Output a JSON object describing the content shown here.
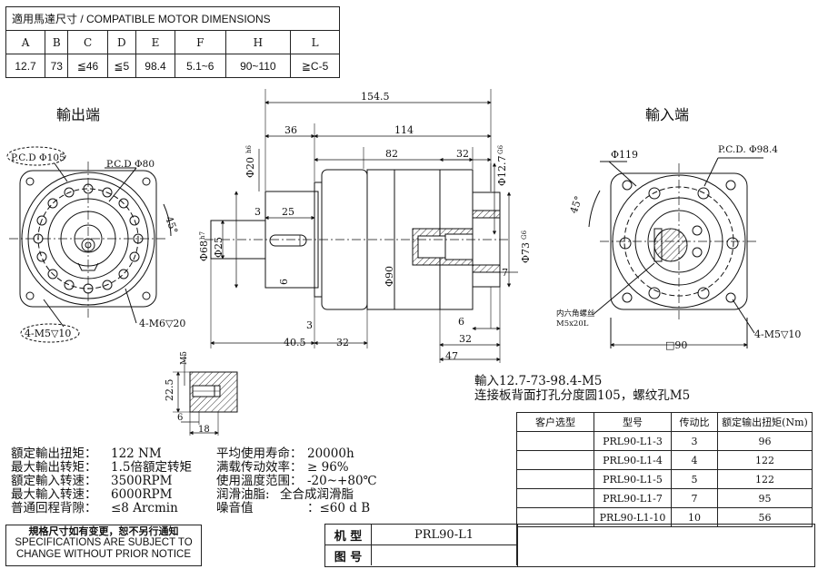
{
  "motor_table": {
    "title": "適用馬達尺寸 / COMPATIBLE MOTOR DIMENSIONS",
    "headers": [
      "A",
      "B",
      "C",
      "D",
      "E",
      "F",
      "H",
      "L"
    ],
    "values": [
      "12.7",
      "73",
      "≦46",
      "≦5",
      "98.4",
      "5.1~6",
      "90~110",
      "≧C-5"
    ]
  },
  "views": {
    "output_label": "輸出端",
    "input_label": "輸入端"
  },
  "output_view": {
    "pcd_outer": "P.C.D Φ105",
    "pcd_inner": "P.C.D Φ80",
    "angle": "45°",
    "holes_1": "4-M6▽20",
    "holes_2": "4-M5▽10"
  },
  "input_view": {
    "dia": "Φ119",
    "pcd": "P.C.D. Φ98.4",
    "angle": "45°",
    "screw_note_1": "内六角螺丝",
    "screw_note_2": "M5x20L",
    "holes": "4-M5▽10",
    "square": "□90"
  },
  "side_view": {
    "d_total": "154.5",
    "d_36": "36",
    "d_114": "114",
    "d_82": "82",
    "d_32a": "32",
    "d_20": "Φ20",
    "d_20_tol": "h6",
    "d_127": "Φ12.7",
    "d_127_tol": "G6",
    "d_3a": "3",
    "d_25a": "25",
    "d_68": "Φ68",
    "d_68_tol": "h7",
    "d_25b": "Φ25",
    "d_6a": "6",
    "d_90": "Φ90",
    "d_73": "Φ73",
    "d_73_tol": "G6",
    "d_7": "7",
    "d_3b": "3",
    "d_6b": "6",
    "d_405": "40.5",
    "d_32b": "32",
    "d_32c": "32",
    "d_47": "47"
  },
  "key_detail": {
    "m5": "M5",
    "d_225": "22.5",
    "d_6": "6",
    "d_18": "18"
  },
  "input_note": {
    "line1": "輸入12.7-73-98.4-M5",
    "line2": "连接板背面打孔分度圆105，螺纹孔M5"
  },
  "ratio_table": {
    "headers": [
      "客户选型",
      "型号",
      "传动比",
      "额定输出扭矩(Nm)"
    ],
    "rows": [
      {
        "model": "PRL90-L1-3",
        "ratio": "3",
        "torque": "96"
      },
      {
        "model": "PRL90-L1-4",
        "ratio": "4",
        "torque": "122"
      },
      {
        "model": "PRL90-L1-5",
        "ratio": "5",
        "torque": "122"
      },
      {
        "model": "PRL90-L1-7",
        "ratio": "7",
        "torque": "95"
      },
      {
        "model": "PRL90-L1-10",
        "ratio": "10",
        "torque": "56"
      }
    ]
  },
  "specs_left": [
    {
      "k": "額定輸出扭矩：",
      "v": "122 NM"
    },
    {
      "k": "最大輸出转矩：",
      "v": "1.5倍額定转矩"
    },
    {
      "k": "額定輸入转速：",
      "v": "3500RPM"
    },
    {
      "k": "最大輸入转速：",
      "v": "6000RPM"
    },
    {
      "k": "普通回程背隙：",
      "v": "≤8 Arcmin"
    }
  ],
  "specs_right": [
    {
      "k": "平均使用寿命：",
      "v": "20000h"
    },
    {
      "k": "满载传动效率：",
      "v": "≥ 96%"
    },
    {
      "k": "使用溫度范围：",
      "v": "-20~+80℃"
    },
    {
      "k": "润滑油脂:",
      "v": "全合成润滑脂"
    },
    {
      "k": "噪音值",
      "v": "：≤60 d B"
    }
  ],
  "notice": {
    "cn": "規格尺寸如有变更，恕不另行通知",
    "en1": "SPECIFICATIONS ARE SUBJECT TO",
    "en2": "CHANGE WITHOUT PRIOR NOTICE"
  },
  "title_block": {
    "model_label": "机 型",
    "model_value": "PRL90-L1",
    "drawing_label": "图 号",
    "drawing_value": ""
  }
}
